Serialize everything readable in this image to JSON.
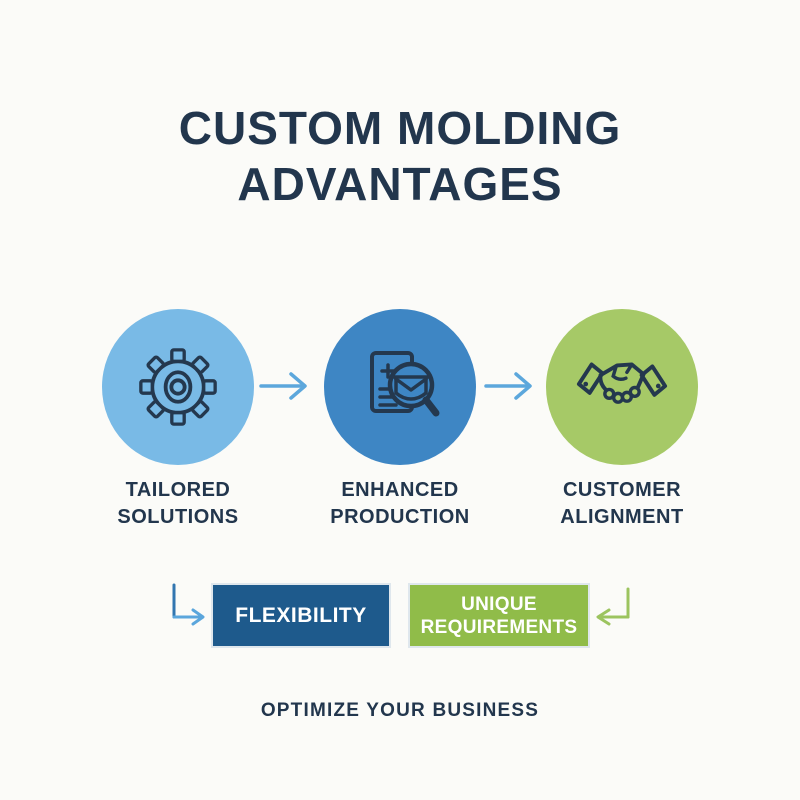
{
  "infographic": {
    "background_color": "#FBFBF8",
    "text_color": "#22364D",
    "icon_stroke_color": "#24384E",
    "title_line1": "CUSTOM MOLDING",
    "title_line2": "ADVANTAGES",
    "steps": [
      {
        "name": "tailored-solutions",
        "icon": "gear-icon",
        "circle_color": "#79BAE6",
        "label_line1": "TAILORED",
        "label_line2": "SOLUTIONS"
      },
      {
        "name": "enhanced-production",
        "icon": "document-magnifier-icon",
        "circle_color": "#3E86C4",
        "label_line1": "ENHANCED",
        "label_line2": "PRODUCTION"
      },
      {
        "name": "customer-alignment",
        "icon": "handshake-icon",
        "circle_color": "#A6C967",
        "label_line1": "CUSTOMER",
        "label_line2": "ALIGNMENT"
      }
    ],
    "flow_arrow_color": "#5CA7DC",
    "benefit_boxes": [
      {
        "label": "FLEXIBILITY",
        "bg_color": "#1E5A8C",
        "text_color": "#FFFFFF"
      },
      {
        "label_line1": "UNIQUE",
        "label_line2": "REQUIREMENTS",
        "bg_color": "#90BC49",
        "text_color": "#FFFFFF"
      }
    ],
    "entry_arrows": {
      "left_vertical_color": "#3276B0",
      "left_horizontal_color": "#5BA6DC",
      "right_color": "#9CC45F"
    },
    "footer_text": "OPTIMIZE YOUR BUSINESS"
  }
}
